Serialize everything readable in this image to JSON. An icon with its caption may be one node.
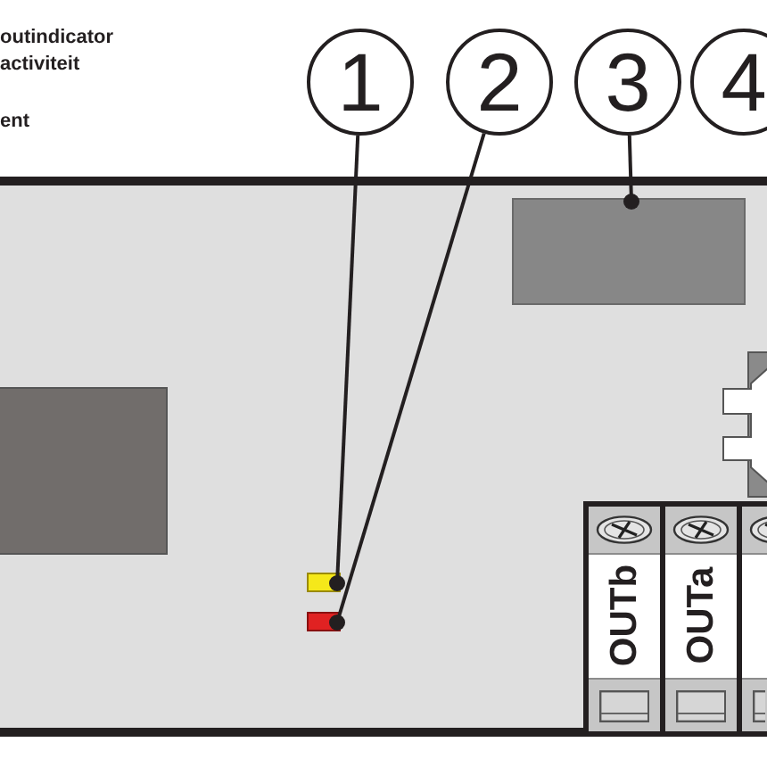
{
  "diagram": {
    "nodes": [
      {
        "text": [
          "1"
        ]
      },
      {
        "text": [
          "2"
        ]
      },
      {
        "text": [
          "3"
        ]
      },
      {
        "text": [
          "4"
        ]
      },
      {
        "text": [],
        "shape": "box"
      },
      {
        "text": [],
        "shape": "box"
      },
      {
        "text": [],
        "shape": "box"
      },
      {
        "text": [],
        "shape": "box"
      },
      {
        "text": [
          "OUTb"
        ]
      },
      {
        "text": [
          "OUTa"
        ]
      },
      {
        "text": [],
        "shape": "box"
      }
    ],
    "edges": [
      {
        "from": 0,
        "to": 6,
        "arrow": "other"
      },
      {
        "from": 1,
        "to": 7,
        "arrow": "other"
      },
      {
        "from": 2,
        "to": 4,
        "arrow": "other"
      }
    ],
    "labels": [
      "outindicator",
      "activiteit",
      "ent"
    ]
  }
}
